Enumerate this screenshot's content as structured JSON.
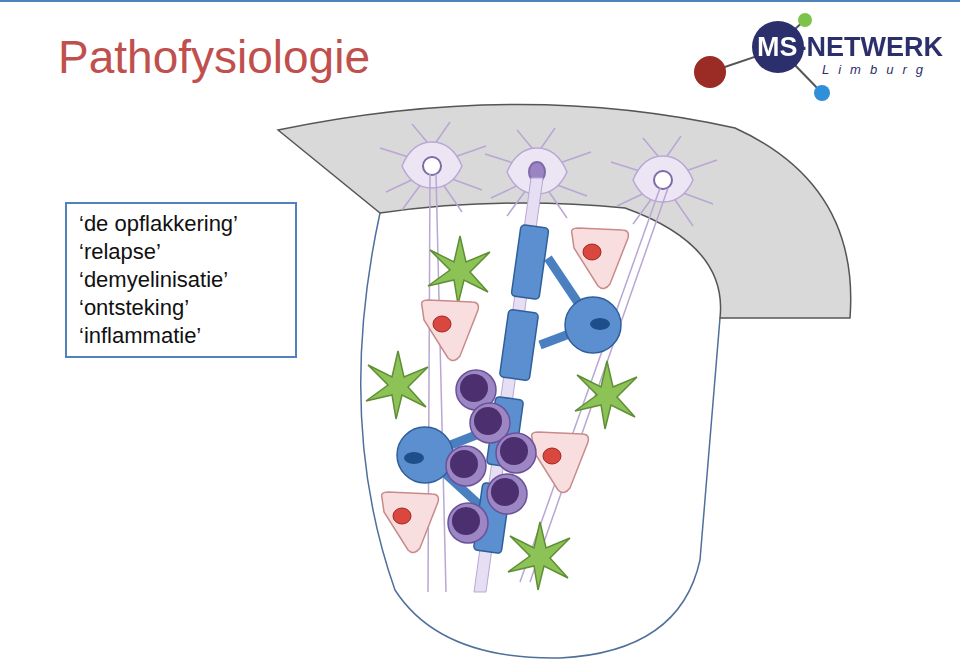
{
  "diagram": {
    "title": "Pathofysiologie",
    "nodes": [
      {
        "text": [
          "‘de opflakkering’",
          "‘relapse’",
          "‘demyelinisatie’",
          "‘ontsteking’",
          "‘inflammatie’"
        ]
      }
    ],
    "labels": [
      "MS-NETWERK",
      "Limburg"
    ]
  }
}
